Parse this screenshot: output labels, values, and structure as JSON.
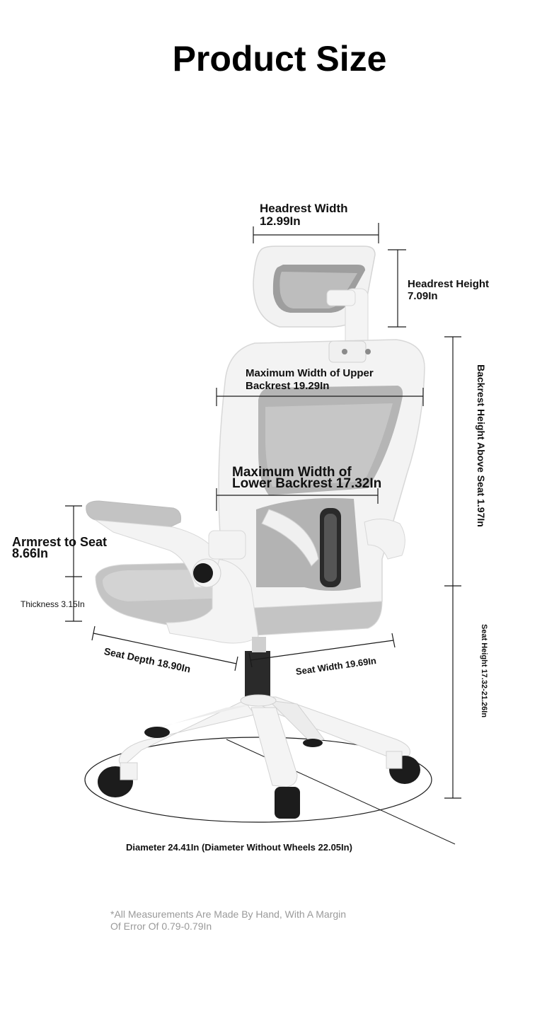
{
  "title": "Product Size",
  "labels": {
    "headrest_width_line1": "Headrest Width",
    "headrest_width_line2": "12.99In",
    "headrest_height_line1": "Headrest Height",
    "headrest_height_line2": "7.09In",
    "upper_backrest_line1": "Maximum Width of Upper",
    "upper_backrest_line2": "Backrest 19.29In",
    "lower_backrest_line1": "Maximum Width of",
    "lower_backrest_line2": "Lower Backrest 17.32In",
    "backrest_height": "Backrest Height Above Seat 1.97In",
    "armrest_line1": "Armrest to Seat",
    "armrest_line2": "8.66In",
    "thickness": "Thickness 3.15In",
    "seat_depth": "Seat Depth 18.90In",
    "seat_width": "Seat Width 19.69In",
    "seat_height": "Seat Height 17.32-21.26In",
    "diameter": "Diameter 24.41In (Diameter Without Wheels 22.05In)"
  },
  "note": {
    "line1": "*All Measurements Are Made By Hand, With A Margin",
    "line2": "Of Error Of 0.79-0.79In"
  },
  "colors": {
    "frame": "#f3f3f3",
    "mesh": "#b9b9b9",
    "dark": "#2b2b2b",
    "line": "#1a1a1a",
    "note": "#9a9a9a"
  }
}
